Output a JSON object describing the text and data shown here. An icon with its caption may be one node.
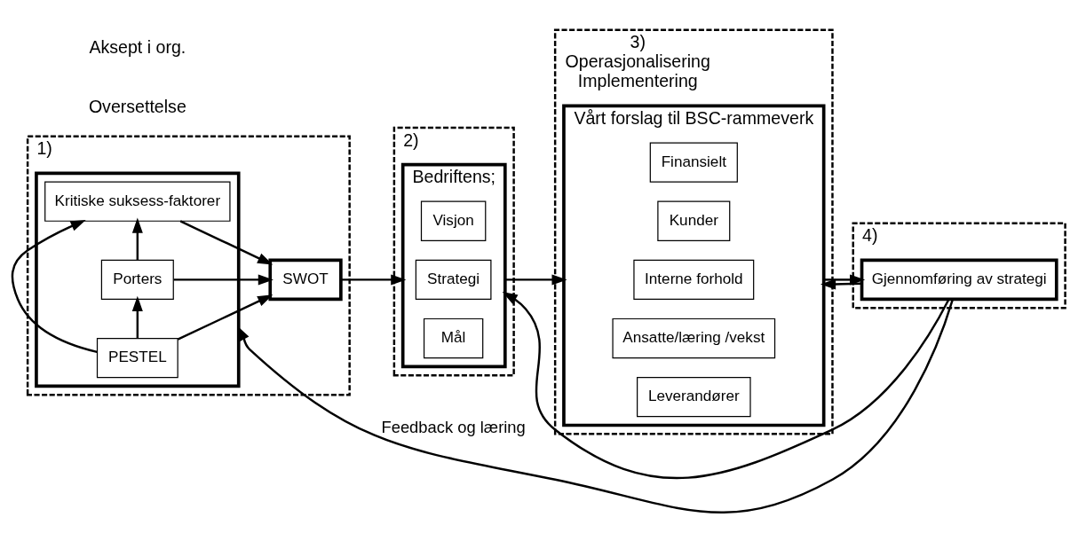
{
  "diagram": {
    "nodes": [
      {
        "text": [
          "1)"
        ]
      },
      {
        "text": [],
        "shape": "box",
        "in": 0
      },
      {
        "text": [
          "PESTEL"
        ],
        "in": 1
      },
      {
        "text": [
          "Porters"
        ],
        "in": 1
      },
      {
        "text": [
          "Kritiske suksess-faktorer"
        ],
        "in": 1
      },
      {
        "text": [
          "SWOT"
        ],
        "in": 0
      },
      {
        "text": [
          "2)"
        ]
      },
      {
        "text": [
          "Bedriftens;"
        ],
        "in": 6
      },
      {
        "text": [
          "Visjon"
        ],
        "in": 7
      },
      {
        "text": [
          "Strategi"
        ],
        "in": 7
      },
      {
        "text": [
          "Mål"
        ],
        "in": 7
      },
      {
        "text": [
          "3)",
          "Operasjonalisering",
          "Implementering"
        ]
      },
      {
        "text": [
          "Vårt forslag til BSC-rammeverk"
        ],
        "in": 11
      },
      {
        "text": [
          "Finansielt"
        ],
        "in": 12
      },
      {
        "text": [
          "Kunder"
        ],
        "in": 12
      },
      {
        "text": [
          "Interne forhold"
        ],
        "in": 12
      },
      {
        "text": [
          "Ansatte/læring /vekst"
        ],
        "in": 12
      },
      {
        "text": [
          "Leverandører"
        ],
        "in": 12
      },
      {
        "text": [
          "4)"
        ]
      },
      {
        "text": [
          "Gjennomføring av strategi"
        ],
        "in": 18
      }
    ],
    "edges": [
      {
        "from": 2,
        "to": 3,
        "arrow": "to"
      },
      {
        "from": 3,
        "to": 4,
        "arrow": "to"
      },
      {
        "from": 2,
        "to": 4,
        "arrow": "to"
      },
      {
        "from": 2,
        "to": 5,
        "arrow": "to"
      },
      {
        "from": 3,
        "to": 5,
        "arrow": "to"
      },
      {
        "from": 4,
        "to": 5,
        "arrow": "to"
      },
      {
        "from": 5,
        "to": 7,
        "arrow": "to"
      },
      {
        "from": 7,
        "to": 12,
        "arrow": "to"
      },
      {
        "from": 12,
        "to": 19,
        "arrow": "to"
      },
      {
        "from": 19,
        "to": 1,
        "arrow": "to",
        "label": "Feedback og læring"
      },
      {
        "from": 19,
        "to": 7,
        "arrow": "to"
      },
      {
        "from": 19,
        "to": 12,
        "arrow": "to"
      }
    ],
    "labels": [
      "Oversettelse",
      "Aksept i org."
    ]
  }
}
